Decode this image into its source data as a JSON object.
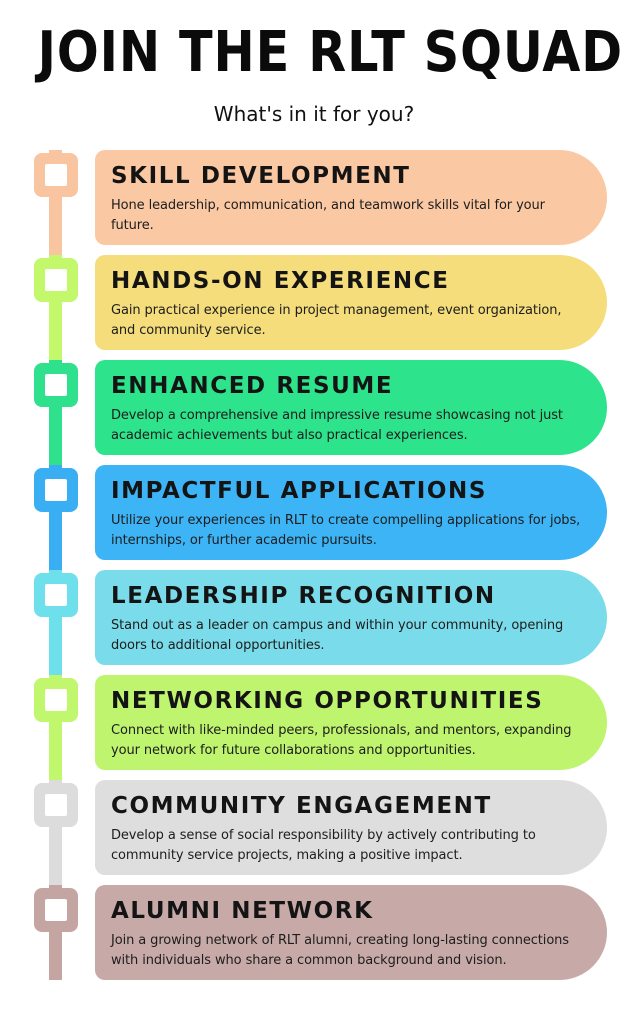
{
  "header": {
    "title": "JOIN THE RLT SQUAD!",
    "subtitle": "What's in it for you?"
  },
  "items": [
    {
      "title": "SKILL DEVELOPMENT",
      "description": "Hone leadership, communication, and teamwork skills vital for your future.",
      "color": "#fbc8a4",
      "accent": "#f9c4a0"
    },
    {
      "title": "HANDS-ON EXPERIENCE",
      "description": "Gain practical experience in project management, event organization, and community service.",
      "color": "#f4dd7a",
      "accent": "#c3f86b"
    },
    {
      "title": "ENHANCED RESUME",
      "description": "Develop a comprehensive and impressive resume showcasing not just academic achievements but also practical experiences.",
      "color": "#2de38b",
      "accent": "#2fe08c"
    },
    {
      "title": "IMPACTFUL APPLICATIONS",
      "description": "Utilize your experiences in RLT to create compelling applications for jobs, internships, or further academic pursuits.",
      "color": "#3cb4f5",
      "accent": "#3aaef2"
    },
    {
      "title": "LEADERSHIP RECOGNITION",
      "description": "Stand out as a leader on campus and within your community, opening doors to additional opportunities.",
      "color": "#7adcea",
      "accent": "#6ee0ec"
    },
    {
      "title": "NETWORKING OPPORTUNITIES",
      "description": "Connect with like-minded peers, professionals, and mentors, expanding your network for future collaborations and opportunities.",
      "color": "#bff56e",
      "accent": "#c1f76c"
    },
    {
      "title": "COMMUNITY ENGAGEMENT",
      "description": "Develop a sense of social responsibility by actively contributing to community service projects, making a positive impact.",
      "color": "#dedede",
      "accent": "#dcdcdc"
    },
    {
      "title": "ALUMNI NETWORK",
      "description": "Join a growing network of RLT alumni, creating long-lasting connections with individuals who share a common background and vision.",
      "color": "#c7aaa7",
      "accent": "#c4a5a2"
    }
  ]
}
